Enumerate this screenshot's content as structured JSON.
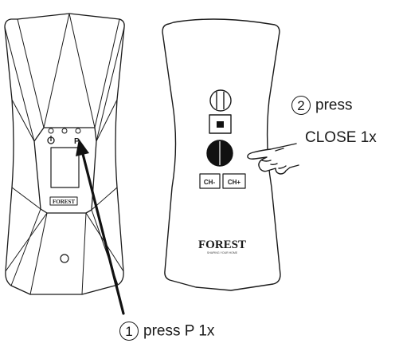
{
  "colors": {
    "stroke": "#1a1a1a",
    "fill": "#ffffff",
    "dark": "#111111"
  },
  "left_device": {
    "led_labels": [
      "⏻",
      "P"
    ],
    "brand": "FOREST"
  },
  "right_device": {
    "buttons": [
      "open",
      "stop",
      "close"
    ],
    "ch_minus": "CH-",
    "ch_plus": "CH+",
    "brand": "FOREST",
    "tagline": "SHAPING YOUR HOME"
  },
  "callouts": {
    "step1": {
      "num": "1",
      "text": "press P 1x"
    },
    "step2": {
      "num": "2",
      "line1": "press",
      "line2": "CLOSE 1x"
    }
  },
  "icons": [
    "power-icon",
    "stop-icon",
    "hand-pointer-icon",
    "arrow-icon"
  ]
}
